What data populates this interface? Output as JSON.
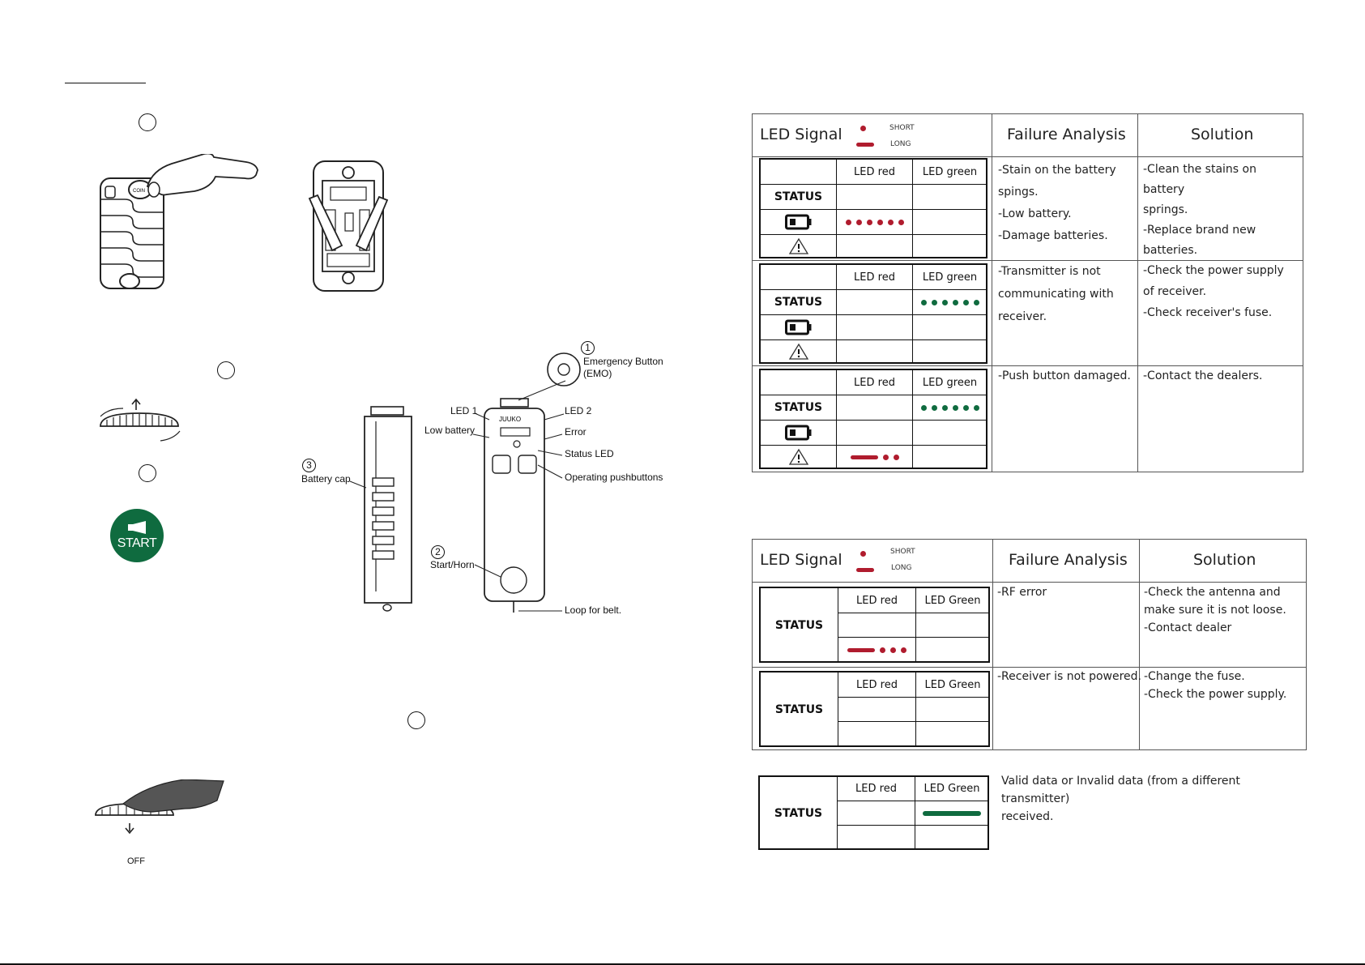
{
  "colors": {
    "led_red": "#b01c2e",
    "led_green": "#0f6b3f",
    "start_button": "#0f6b3f"
  },
  "illustrations": {
    "start_button_label": "START",
    "off_label": "OFF",
    "cap_label": "COIN",
    "callouts": {
      "emergency_button": "Emergency Button",
      "emo": "(EMO)",
      "led1": "LED 1",
      "led2": "LED 2",
      "low_battery": "Low battery",
      "error": "Error",
      "status_led": "Status LED",
      "operating_pushbuttons": "Operating pushbuttons",
      "battery_cap": "Battery cap",
      "start_horn": "Start/Horn",
      "loop_for_belt": "Loop for belt."
    },
    "numbers": {
      "one": "1",
      "two": "2",
      "three": "3"
    },
    "device_brand": "JUUKO"
  },
  "table1": {
    "header": {
      "led_signal": "LED Signal",
      "short": "SHORT",
      "long": "LONG",
      "failure_analysis": "Failure Analysis",
      "solution": "Solution"
    },
    "rows": [
      {
        "col_red": "LED red",
        "col_green": "LED green",
        "status": "STATUS",
        "battery_pattern": "6 short red",
        "warning_pattern": "none",
        "status_pattern": "none",
        "failure": [
          "-Stain on the battery",
          "spings.",
          "-Low battery.",
          "-Damage batteries."
        ],
        "solution": [
          "-Clean the stains on battery",
          "springs.",
          "-Replace brand new",
          "batteries."
        ]
      },
      {
        "col_red": "LED red",
        "col_green": "LED green",
        "status": "STATUS",
        "status_pattern": "6 short green",
        "failure": [
          "-Transmitter is not",
          "communicating with",
          "receiver."
        ],
        "solution": [
          "-Check the power supply",
          "of receiver.",
          "-Check receiver's fuse."
        ]
      },
      {
        "col_red": "LED red",
        "col_green": "LED green",
        "status": "STATUS",
        "status_pattern": "6 short green",
        "warning_pattern": "1 long 2 short red",
        "failure": [
          "-Push button damaged."
        ],
        "solution": [
          "-Contact the dealers."
        ]
      }
    ]
  },
  "table2": {
    "header": {
      "led_signal": "LED Signal",
      "short": "SHORT",
      "long": "LONG",
      "failure_analysis": "Failure Analysis",
      "solution": "Solution"
    },
    "rows": [
      {
        "col_red": "LED red",
        "col_green": "LED Green",
        "status": "STATUS",
        "pattern": "1 long 3 short red",
        "failure": [
          "-RF error"
        ],
        "solution": [
          "-Check the antenna and",
          "make sure it is not loose.",
          "-Contact dealer"
        ]
      },
      {
        "col_red": "LED red",
        "col_green": "LED Green",
        "status": "STATUS",
        "failure": [
          "-Receiver is not powered."
        ],
        "solution": [
          "-Change the fuse.",
          "-Check the power supply."
        ]
      }
    ]
  },
  "table3": {
    "col_red": "LED red",
    "col_green": "LED Green",
    "status": "STATUS",
    "pattern": "long green",
    "description": [
      "Valid data or Invalid data (from a different transmitter)",
      "received."
    ]
  }
}
